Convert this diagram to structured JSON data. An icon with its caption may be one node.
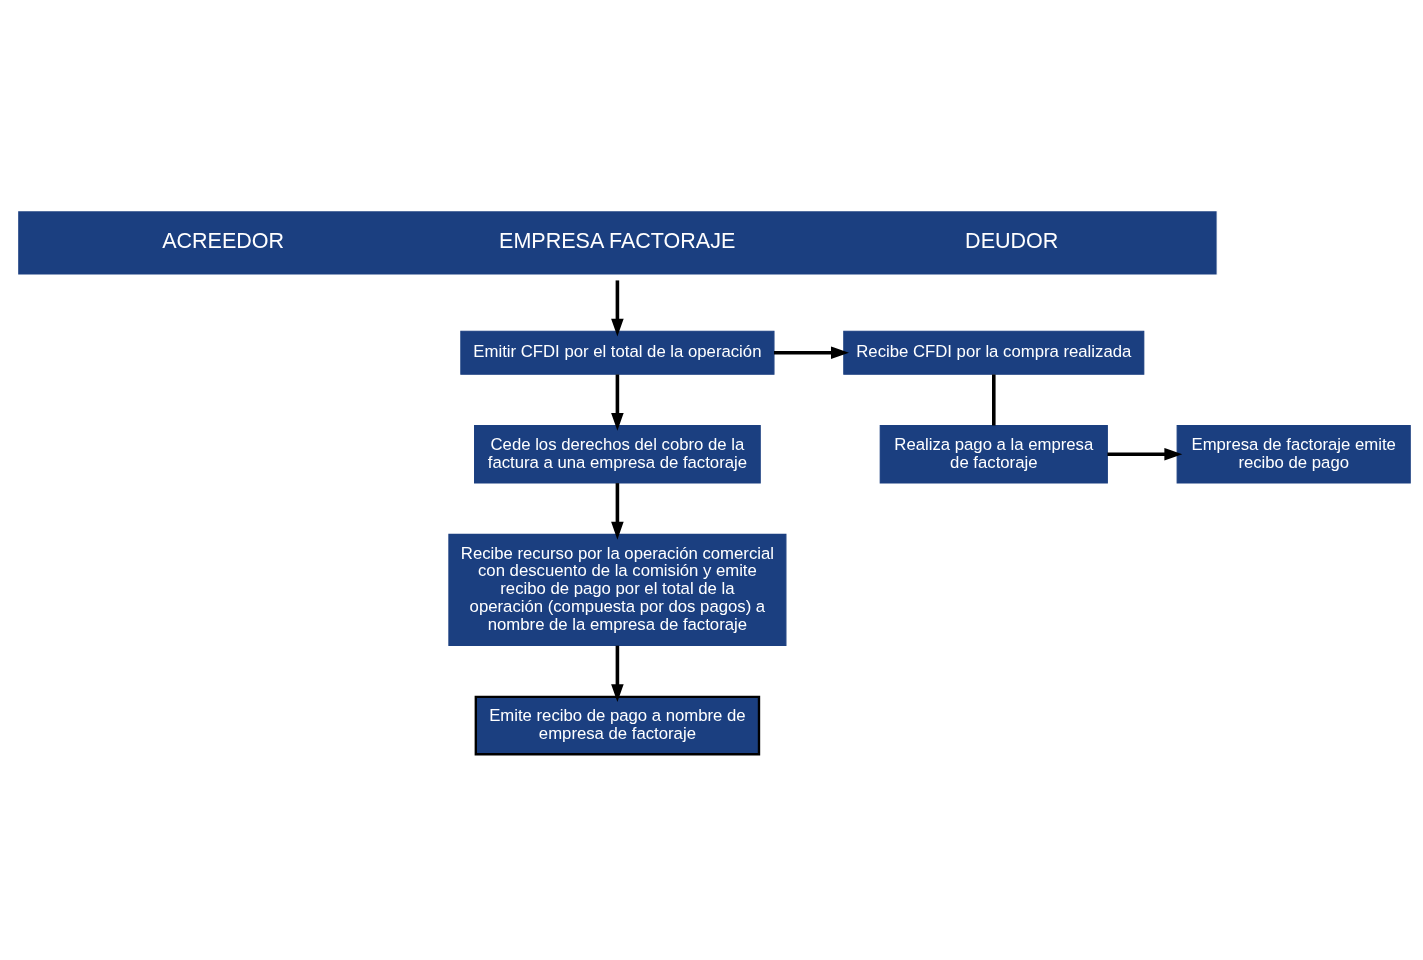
{
  "diagram": {
    "nodes": [
      {
        "text": [
          "ACREEDOR",
          "EMPRESA FACTORAJE",
          "DEUDOR"
        ]
      },
      {
        "text": [
          "Emitir CFDI por el total de la operación"
        ]
      },
      {
        "text": [
          "Recibe CFDI por la compra realizada"
        ]
      },
      {
        "text": [
          "Cede los derechos del cobro de la factura a una empresa de factoraje"
        ]
      },
      {
        "text": [
          "Recibe recurso por la operación comercial con descuento de la comisión y emite recibo de pago por el total de la operación (compuesta por dos pagos) a nombre de la empresa de factoraje"
        ]
      },
      {
        "text": [
          "Emite recibo de pago a nombre de empresa de factoraje"
        ]
      },
      {
        "text": [
          "Empresa de factoraje emite recibo de pago"
        ]
      },
      {
        "text": [
          "Realiza pago a la empresa de factoraje"
        ]
      }
    ],
    "edges": [
      {
        "from": 0,
        "to": 1,
        "arrow": "to"
      },
      {
        "from": 1,
        "to": 2,
        "arrow": "to"
      },
      {
        "from": 1,
        "to": 3,
        "arrow": "to"
      },
      {
        "from": 3,
        "to": 4,
        "arrow": "to"
      },
      {
        "from": 4,
        "to": 5,
        "arrow": "to"
      },
      {
        "from": 2,
        "to": 7,
        "arrow": "none"
      },
      {
        "from": 7,
        "to": 6,
        "arrow": "to"
      }
    ]
  }
}
